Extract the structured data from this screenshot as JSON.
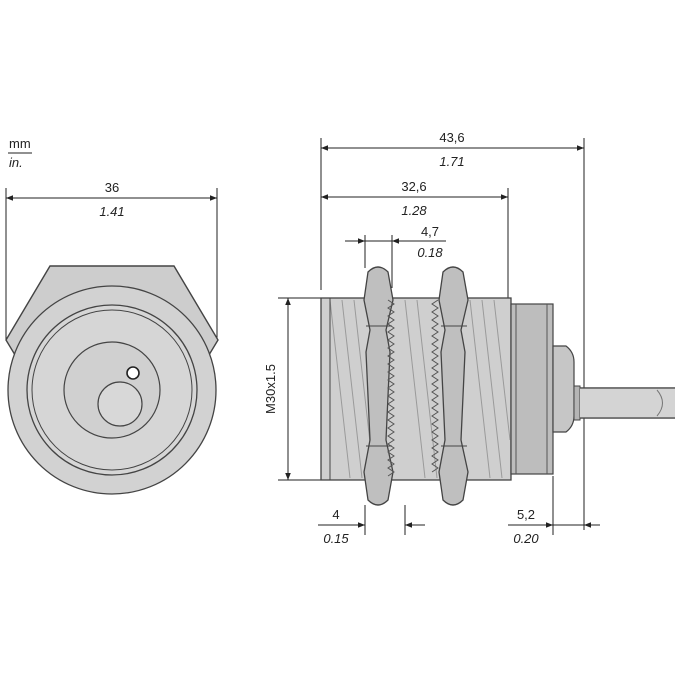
{
  "units": {
    "primary": "mm",
    "secondary": "in."
  },
  "front_view": {
    "diameter": {
      "mm": "36",
      "in": "1.41"
    }
  },
  "side_view": {
    "overall_length": {
      "mm": "43,6",
      "in": "1.71"
    },
    "threaded_length": {
      "mm": "32,6",
      "in": "1.28"
    },
    "nut_thickness": {
      "mm": "4,7",
      "in": "0.18"
    },
    "nut_offset": {
      "mm": "4",
      "in": "0.15"
    },
    "rear_length": {
      "mm": "5,2",
      "in": "0.20"
    },
    "thread_label": "M30x1.5"
  },
  "colors": {
    "line": "#222222",
    "body": "#cfcfcf",
    "dark_body": "#bdbdbd"
  }
}
